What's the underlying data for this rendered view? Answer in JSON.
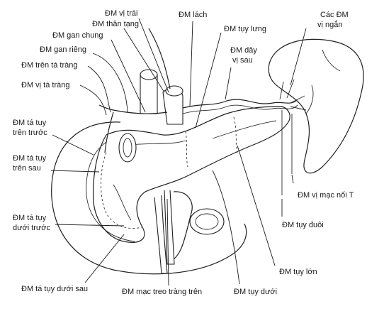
{
  "labels": {
    "vi_trai": "ĐM vị trái",
    "than_tang": "ĐM thân tạng",
    "gan_chung": "ĐM gan chung",
    "gan_rieng": "ĐM gan riêng",
    "tren_ta_trang": "ĐM trên tá tràng",
    "vi_ta_trang": "ĐM vị tá tràng",
    "lach": "ĐM lách",
    "tuy_lung": "ĐM tụy lưng",
    "day_vi_sau_1": "ĐM dây",
    "day_vi_sau_2": "vị sau",
    "cac_dm_1": "Các ĐM",
    "cac_dm_2": "vị ngắn",
    "ta_tuy_tren_truoc_1": "ĐM tá tụy",
    "ta_tuy_tren_truoc_2": "trên trước",
    "ta_tuy_tren_sau_1": "ĐM tá tụy",
    "ta_tuy_tren_sau_2": "trên sau",
    "ta_tuy_duoi_truoc_1": "ĐM tá tụy",
    "ta_tuy_duoi_truoc_2": "dưới trước",
    "ta_tuy_duoi_sau": "ĐM tá tụy dưới sau",
    "mac_treo": "ĐM mạc treo tràng trên",
    "tuy_duoi_bottom": "ĐM tụy dưới",
    "tuy_lon": "ĐM tụy lớn",
    "tuy_duoi_right": "ĐM tụy đuôi",
    "vi_mac_noi": "ĐM vị mạc nối T"
  }
}
